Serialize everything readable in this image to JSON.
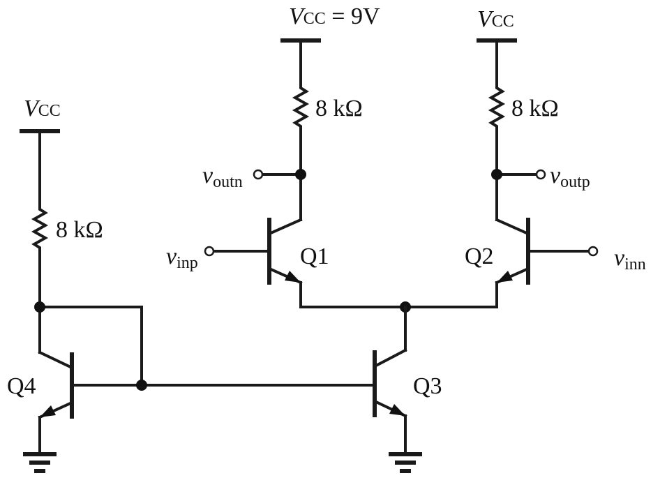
{
  "supplies": {
    "main_prefix": "V",
    "main_sub": "CC",
    "main_value": " = 9V",
    "right_prefix": "V",
    "right_sub": "CC",
    "left_prefix": "V",
    "left_sub": "CC"
  },
  "resistors": {
    "r_left": "8 kΩ",
    "r_q1": "8 kΩ",
    "r_q2": "8 kΩ"
  },
  "signals": {
    "voutn_v": "v",
    "voutn_sub": "outn",
    "voutp_v": "v",
    "voutp_sub": "outp",
    "vinp_v": "v",
    "vinp_sub": "inp",
    "vinn_v": "v",
    "vinn_sub": "inn"
  },
  "transistors": {
    "q1": "Q1",
    "q2": "Q2",
    "q3": "Q3",
    "q4": "Q4"
  }
}
